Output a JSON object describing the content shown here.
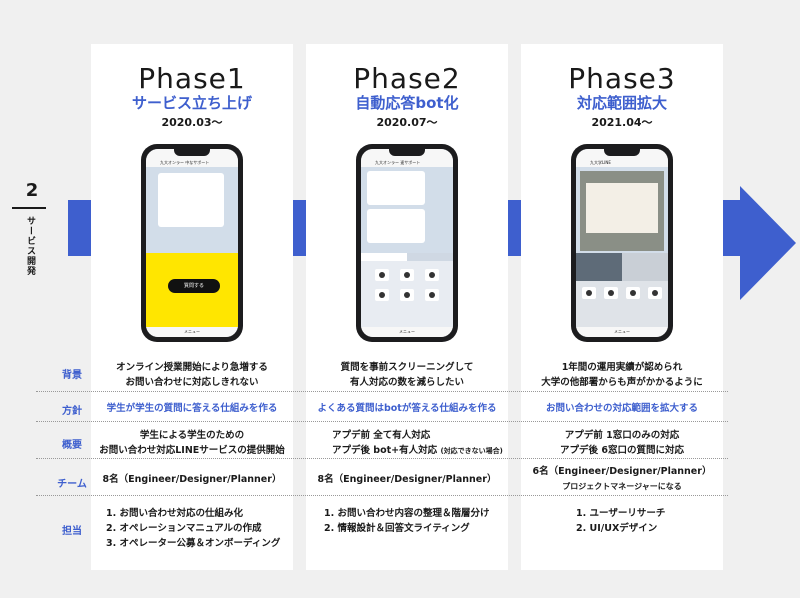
{
  "page": {
    "number": "2",
    "section": "サービス開発"
  },
  "phases": [
    {
      "title": "Phase1",
      "subtitle": "サービス立ち上げ",
      "date": "2020.03〜",
      "chat_title": "九大オンラー 中なサポート",
      "button": "質問する",
      "menu": "メニュー"
    },
    {
      "title": "Phase2",
      "subtitle": "自動応答bot化",
      "date": "2020.07〜",
      "chat_title": "九大オンラー 速サポート",
      "menu": "メニュー"
    },
    {
      "title": "Phase3",
      "subtitle": "対応範囲拡大",
      "date": "2021.04〜",
      "chat_title": "九大学LINE",
      "menu": "メニュー"
    }
  ],
  "rows": {
    "background": {
      "label": "背景",
      "values": [
        [
          "オンライン授業開始により急増する",
          "お問い合わせに対応しきれない"
        ],
        [
          "質問を事前スクリーニングして",
          "有人対応の数を減らしたい"
        ],
        [
          "1年間の運用実績が認められ",
          "大学の他部署からも声がかかるように"
        ]
      ]
    },
    "policy": {
      "label": "方針",
      "values": [
        "学生が学生の質問に答える仕組みを作る",
        "よくある質問はbotが答える仕組みを作る",
        "お問い合わせの対応範囲を拡大する"
      ]
    },
    "overview": {
      "label": "概要",
      "values": [
        [
          "学生による学生のための",
          "お問い合わせ対応LINEサービスの提供開始"
        ],
        [
          "アプデ前 全て有人対応",
          "アプデ後 bot+有人対応",
          "(対応できない場合)"
        ],
        [
          "アプデ前 1窓口のみの対応",
          "アプデ後 6窓口の質問に対応"
        ]
      ]
    },
    "team": {
      "label": "チーム",
      "values": [
        [
          "8名（Engineer/Designer/Planner）"
        ],
        [
          "8名（Engineer/Designer/Planner）"
        ],
        [
          "6名（Engineer/Designer/Planner）",
          "プロジェクトマネージャーになる"
        ]
      ]
    },
    "role": {
      "label": "担当",
      "values": [
        [
          "1.  お問い合わせ対応の仕組み化",
          "2.  オペレーションマニュアルの作成",
          "3.  オペレーター公募＆オンボーディング"
        ],
        [
          "1.  お問い合わせ内容の整理＆階層分け",
          "2.  情報設計＆回答文ライティング"
        ],
        [
          "1.  ユーザーリサーチ",
          "2.  UI/UXデザイン"
        ]
      ]
    }
  },
  "colors": {
    "accent": "#3e5fce",
    "band": "#3e5fce",
    "background": "#f0f0f0"
  }
}
